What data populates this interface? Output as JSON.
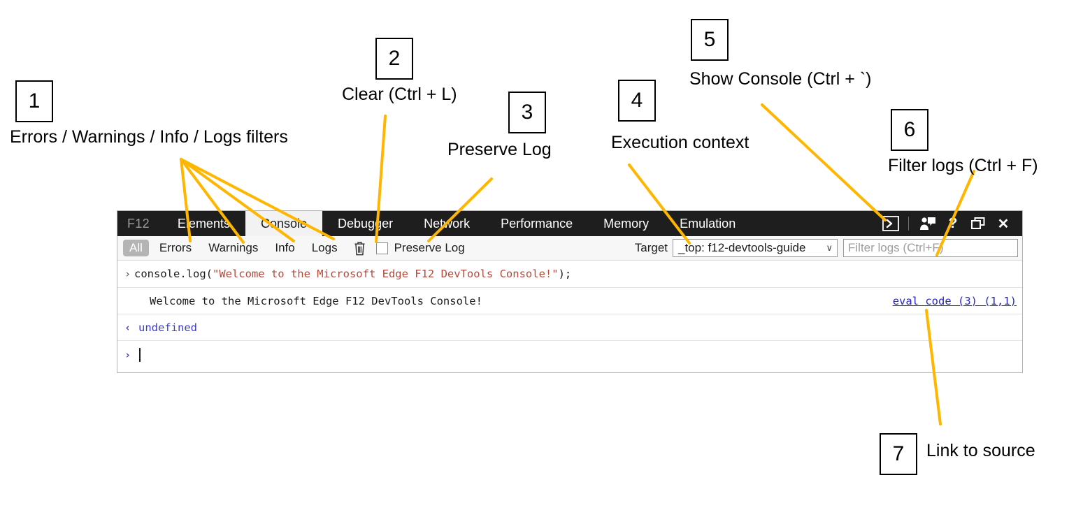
{
  "annotations": [
    {
      "num": "1",
      "label": "Errors / Warnings / Info / Logs filters"
    },
    {
      "num": "2",
      "label": "Clear (Ctrl + L)"
    },
    {
      "num": "3",
      "label": "Preserve Log"
    },
    {
      "num": "4",
      "label": "Execution context"
    },
    {
      "num": "5",
      "label": "Show Console (Ctrl + `)"
    },
    {
      "num": "6",
      "label": "Filter logs (Ctrl + F)"
    },
    {
      "num": "7",
      "label": "Link to source"
    }
  ],
  "devtools": {
    "brand": "F12",
    "tabs": [
      {
        "label": "Elements",
        "active": false
      },
      {
        "label": "Console",
        "active": true
      },
      {
        "label": "Debugger",
        "active": false
      },
      {
        "label": "Network",
        "active": false
      },
      {
        "label": "Performance",
        "active": false
      },
      {
        "label": "Memory",
        "active": false
      },
      {
        "label": "Emulation",
        "active": false
      }
    ],
    "window_icons": [
      {
        "name": "show-console-icon",
        "glyph": "❯"
      },
      {
        "name": "feedback-icon",
        "glyph": ""
      },
      {
        "name": "help-icon",
        "glyph": "?"
      },
      {
        "name": "undock-icon",
        "glyph": ""
      },
      {
        "name": "close-icon",
        "glyph": "✕"
      }
    ],
    "toolbar": {
      "filters": [
        {
          "label": "All",
          "selected": true
        },
        {
          "label": "Errors",
          "selected": false
        },
        {
          "label": "Warnings",
          "selected": false
        },
        {
          "label": "Info",
          "selected": false
        },
        {
          "label": "Logs",
          "selected": false
        }
      ],
      "clear_icon": "trash-icon",
      "preserve_log_label": "Preserve Log",
      "preserve_log_checked": false,
      "target_label": "Target",
      "target_value": "_top: f12-devtools-guide",
      "target_caret": "∨",
      "filter_placeholder": "Filter logs (Ctrl+F)"
    },
    "console_rows": [
      {
        "gutter": "›",
        "kind": "input",
        "code_prefix": "console.log(",
        "code_string": "\"Welcome to the Microsoft Edge F12 DevTools Console!\"",
        "code_suffix": ");"
      },
      {
        "gutter": "",
        "kind": "output",
        "text": "Welcome to the Microsoft Edge F12 DevTools Console!",
        "source_link": "eval code (3) (1,1)"
      },
      {
        "gutter": "‹",
        "kind": "result",
        "text": "undefined"
      },
      {
        "gutter": "›",
        "kind": "prompt",
        "text": ""
      }
    ]
  },
  "colors": {
    "annotation_line": "#FFB600",
    "tabstrip_bg": "#1E1E1E",
    "active_tab_bg": "#F2F2F2",
    "toolbar_bg": "#F7F7F7",
    "selected_filter_bg": "#B4B4B4",
    "string_literal": "#B5483A",
    "link": "#2727C9",
    "undefined_value": "#3B3BD6"
  }
}
